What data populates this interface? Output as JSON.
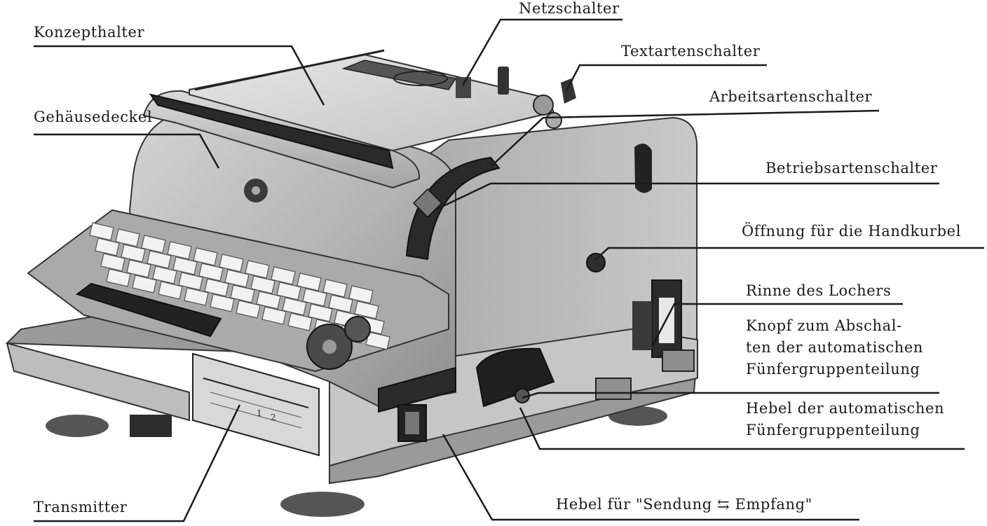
{
  "labels": {
    "konzepthalter": "Konzepthalter",
    "gehaeusedeckel": "Gehäusedeckel",
    "netzschalter": "Netzschalter",
    "textartenschalter": "Textartenschalter",
    "arbeitsartenschalter": "Arbeitsartenschalter",
    "betriebsartenschalter": "Betriebsartenschalter",
    "handkurbel": "Öffnung für die Handkurbel",
    "rinne": "Rinne des Lochers",
    "knopf_line1": "Knopf zum Abschal-",
    "knopf_line2": "ten der automatischen",
    "knopf_line3": "Fünfergruppenteilung",
    "hebel_line1": "Hebel der automatischen",
    "hebel_line2": "Fünfergruppenteilung",
    "transmitter": "Transmitter",
    "sendung": "Hebel für \"Sendung ⇆ Empfang\""
  },
  "panel_tick_labels": [
    "1",
    "2"
  ],
  "colors": {
    "ink": "#1a1a1a",
    "body": "#bdbdbd",
    "shadow": "#4a4a4a",
    "keys": "#f2f2f2"
  }
}
